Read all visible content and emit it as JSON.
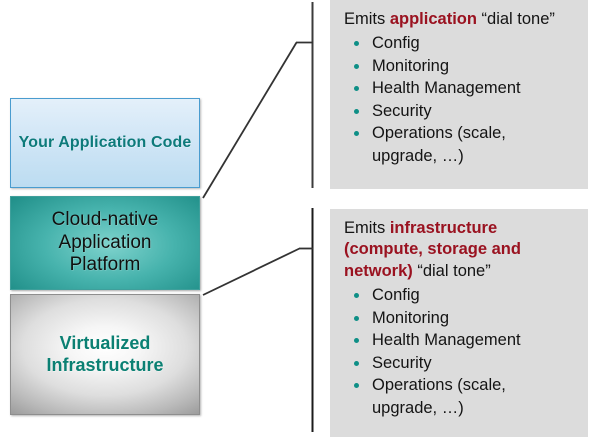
{
  "diagram": {
    "type": "layered-stack-with-callouts",
    "colors": {
      "app_layer_text": "#0d7a7a",
      "platform_layer_text": "#10100f",
      "infra_layer_text": "#0b8073",
      "callout_background": "#dcdcdc",
      "highlight_red": "#9a1220",
      "bullet_teal": "#0e8f86",
      "connector_line": "#333333"
    }
  },
  "stack": {
    "layers": [
      {
        "id": "application-code",
        "label": "Your Application Code",
        "lines": [
          "Your Application Code"
        ],
        "fill": "light-blue-gradient"
      },
      {
        "id": "cloud-native-application-platform",
        "label": "Cloud-native Application Platform",
        "lines": [
          "Cloud-native",
          "Application",
          "Platform"
        ],
        "fill": "teal-gradient"
      },
      {
        "id": "virtualized-infrastructure",
        "label": "Virtualized Infrastructure",
        "lines": [
          "Virtualized",
          "Infrastructure"
        ],
        "fill": "silver-radial-gradient"
      }
    ]
  },
  "callouts": [
    {
      "id": "application-dial-tone",
      "heading": {
        "prefix": "Emits ",
        "highlight": "application",
        "suffix": " “dial tone”"
      },
      "bullets": [
        {
          "text": "Config",
          "wrap": ""
        },
        {
          "text": "Monitoring",
          "wrap": ""
        },
        {
          "text": "Health Management",
          "wrap": ""
        },
        {
          "text": "Security",
          "wrap": ""
        },
        {
          "text": "Operations (scale,",
          "wrap": "upgrade, …)"
        }
      ]
    },
    {
      "id": "infrastructure-dial-tone",
      "heading": {
        "prefix": "Emits ",
        "highlight": "infrastructure (compute, storage and network)",
        "suffix": " “dial tone”"
      },
      "bullets": [
        {
          "text": "Config",
          "wrap": ""
        },
        {
          "text": "Monitoring",
          "wrap": ""
        },
        {
          "text": "Health Management",
          "wrap": ""
        },
        {
          "text": "Security",
          "wrap": ""
        },
        {
          "text": "Operations (scale,",
          "wrap": "upgrade, …)"
        }
      ]
    }
  ]
}
